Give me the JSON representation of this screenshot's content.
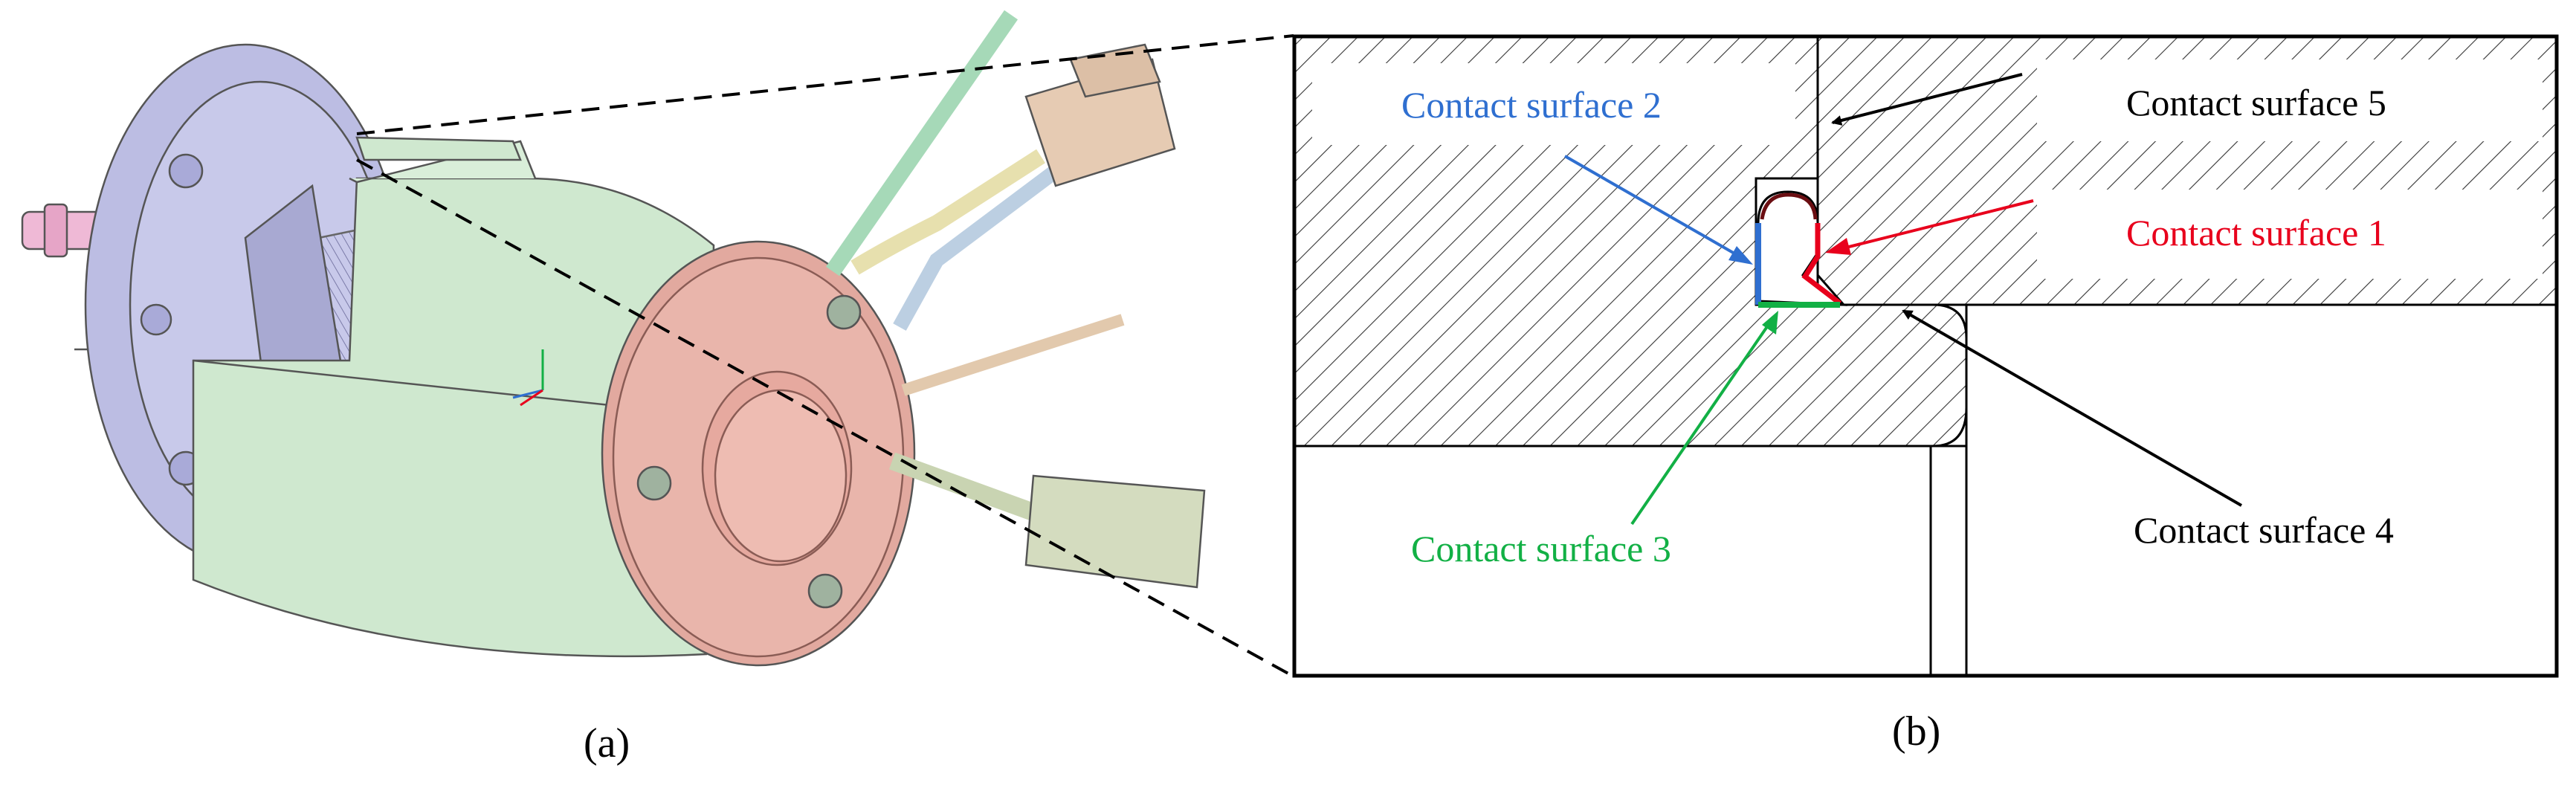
{
  "panels": {
    "a": {
      "caption": "(a)"
    },
    "b": {
      "caption": "(b)"
    }
  },
  "labels": {
    "cs1": {
      "text": "Contact surface 1",
      "color": "#e8001c"
    },
    "cs2": {
      "text": "Contact surface 2",
      "color": "#2f6fd0"
    },
    "cs3": {
      "text": "Contact surface 3",
      "color": "#12b045"
    },
    "cs4": {
      "text": "Contact surface 4",
      "color": "#000000"
    },
    "cs5": {
      "text": "Contact surface 5",
      "color": "#000000"
    }
  },
  "colors": {
    "housing": "#cfe8cf",
    "end_cover": "#e2a99f",
    "flange": "#bcbde3",
    "rotor": "#9a9ac8",
    "hatch": "#333333"
  }
}
